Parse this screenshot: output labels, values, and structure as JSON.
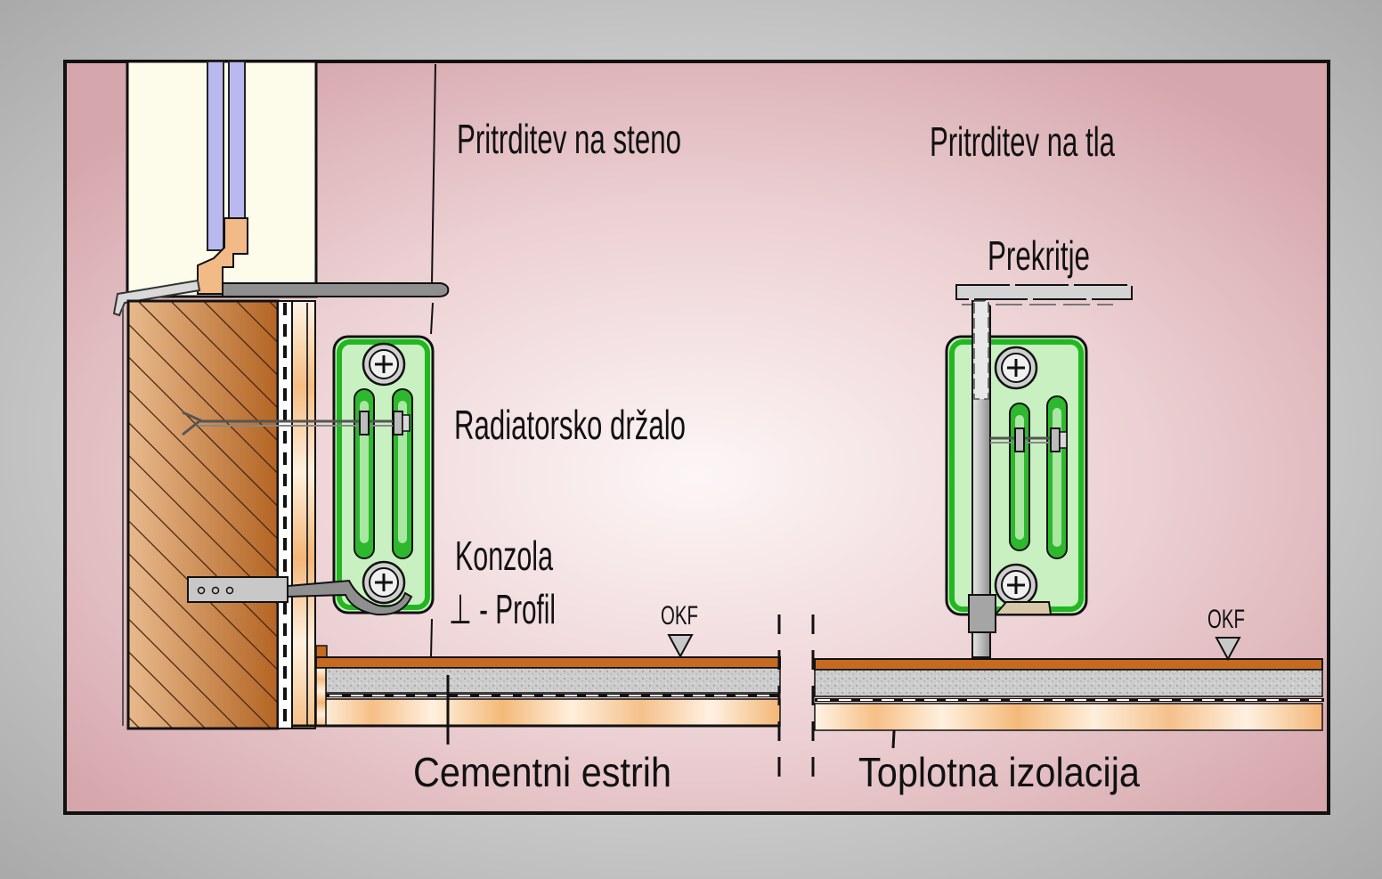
{
  "labels": {
    "wall_mount": "Pritrditev na steno",
    "floor_mount": "Pritrditev na tla",
    "cover": "Prekritje",
    "radiator_holder": "Radiatorsko držalo",
    "bracket_line1": "Konzola",
    "bracket_line2": "⊥ - Profil",
    "okf_left": "OKF",
    "okf_right": "OKF",
    "screed": "Cementni estrih",
    "insulation": "Toplotna izolacija"
  },
  "colors": {
    "panel_bg_center": "#fbf1f2",
    "panel_bg_edge": "#d8a9b0",
    "radiator_green": "#22b722",
    "radiator_fill": "#c8f0c0",
    "brick": "#c57a3a",
    "floor_top": "#c56a1e",
    "screed": "#cfcfcf",
    "insulation": "#f7c790"
  }
}
